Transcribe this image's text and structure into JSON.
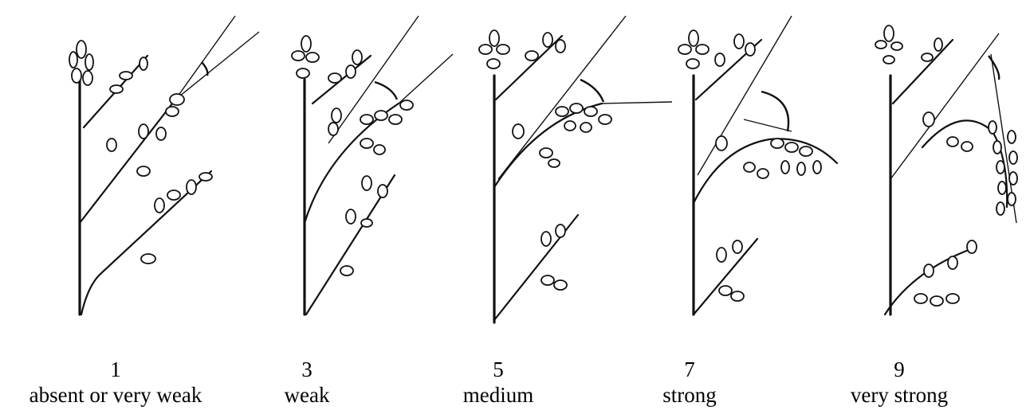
{
  "panels": [
    {
      "score": "1",
      "label": "absent or very weak"
    },
    {
      "score": "3",
      "label": "weak"
    },
    {
      "score": "5",
      "label": "medium"
    },
    {
      "score": "7",
      "label": "strong"
    },
    {
      "score": "9",
      "label": "very strong"
    }
  ]
}
